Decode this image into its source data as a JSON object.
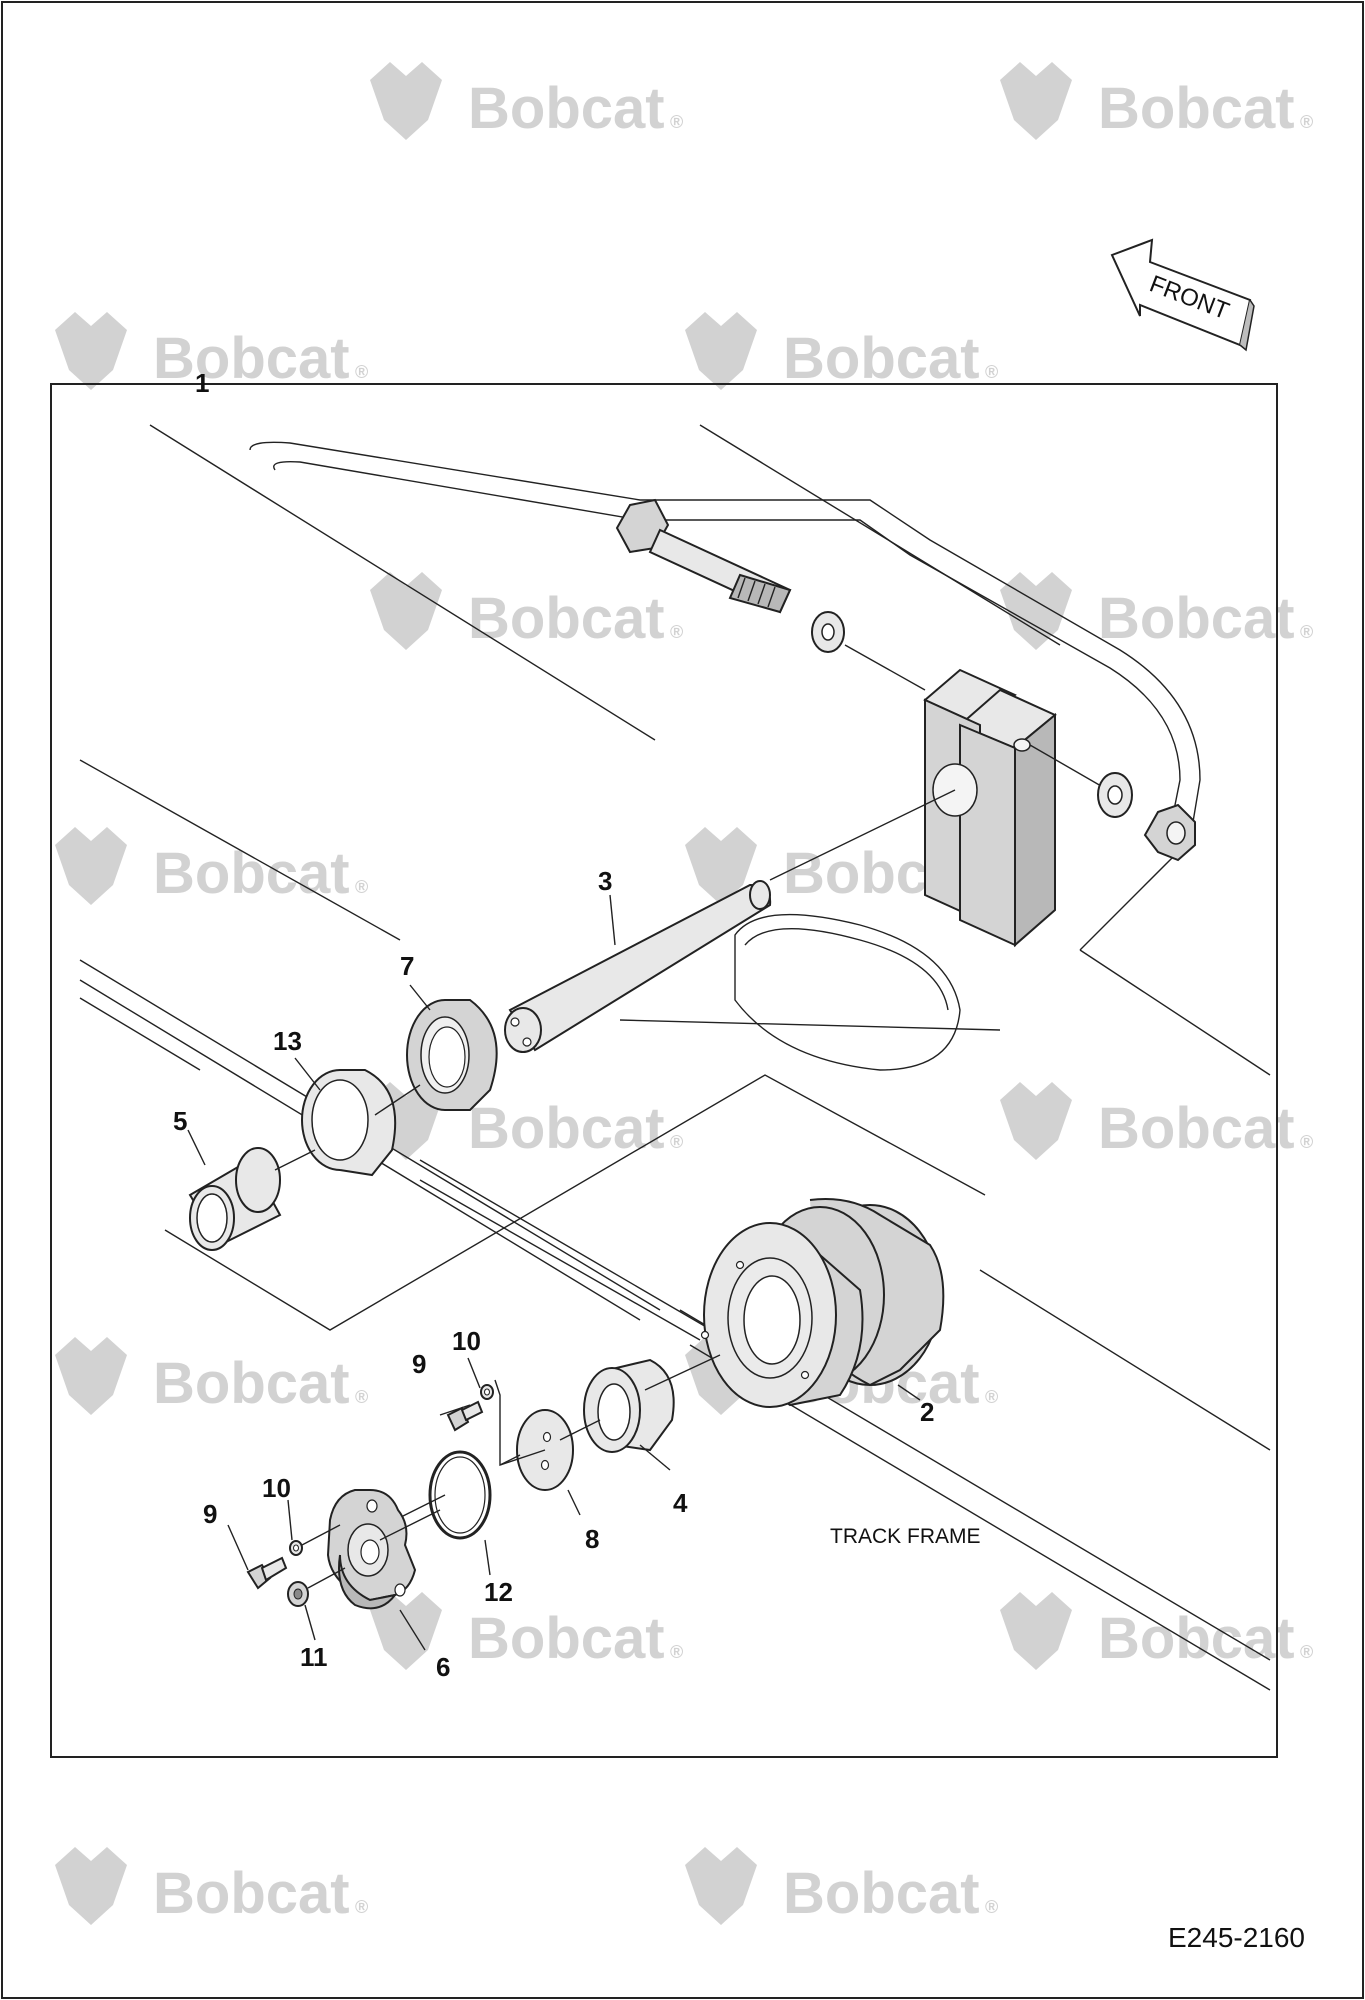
{
  "diagram": {
    "document_id": "E245-2160",
    "front_label": "FRONT",
    "track_frame_label": "TRACK FRAME",
    "watermark_text": "Bobcat",
    "watermark_mark": "®",
    "callouts": {
      "c1": "1",
      "c2": "2",
      "c3": "3",
      "c4": "4",
      "c5": "5",
      "c6": "6",
      "c7": "7",
      "c8": "8",
      "c9a": "9",
      "c9b": "9",
      "c10a": "10",
      "c10b": "10",
      "c11": "11",
      "c12": "12",
      "c13": "13"
    },
    "colors": {
      "line": "#222222",
      "part_fill": "#d4d4d4",
      "watermark": "#d2d2d2"
    }
  }
}
